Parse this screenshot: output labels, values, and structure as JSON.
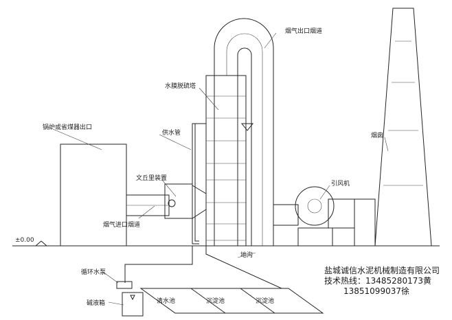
{
  "labels": {
    "flue_outlet_duct": "烟气出口烟道",
    "water_film_tower": "水膜脱硫塔",
    "boiler_outlet": "锅炉或省煤器出口",
    "water_supply_pipe": "供水管",
    "chimney": "烟囱",
    "venturi": "文丘里装置",
    "induced_fan": "引风机",
    "flue_inlet_duct": "烟气进口烟道",
    "elevation": "±0.00",
    "trench": "地沟",
    "circ_pump": "循环水泵",
    "alkali_tank": "碱液箱",
    "clear_pool": "清水池",
    "settling_pool_1": "沉淀池",
    "settling_pool_2": "沉淀池"
  },
  "company": {
    "name": "盐城诚信水泥机械制造有限公司",
    "hotline": "技术热线：13485280173黄",
    "phone2": "13851099037徐"
  }
}
